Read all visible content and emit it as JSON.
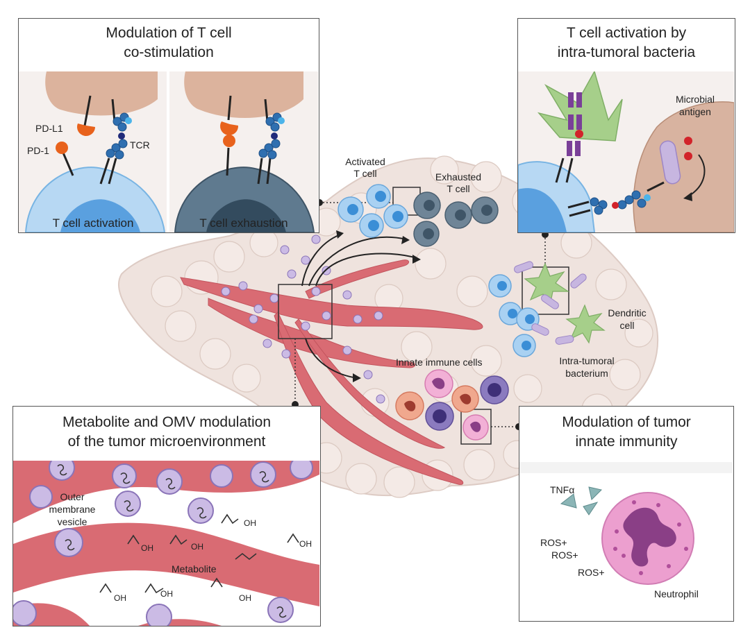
{
  "panels": {
    "costim": {
      "title_line1": "Modulation of T cell",
      "title_line2": "co-stimulation",
      "pd_l1": "PD-L1",
      "pd_1": "PD-1",
      "tcr": "TCR",
      "caption_left": "T cell activation",
      "caption_right": "T cell exhaustion"
    },
    "bacteria": {
      "title_line1": "T cell activation by",
      "title_line2": "intra-tumoral bacteria",
      "microbial_line1": "Microbial",
      "microbial_line2": "antigen"
    },
    "metabolite": {
      "title_line1": "Metabolite and OMV modulation",
      "title_line2": "of the tumor microenvironment",
      "omv_line1": "Outer",
      "omv_line2": "membrane",
      "omv_line3": "vesicle",
      "metabolite": "Metabolite",
      "oh": "OH"
    },
    "innate": {
      "title_line1": "Modulation of tumor",
      "title_line2": "innate immunity",
      "tnf": "TNFα",
      "ros1": "ROS+",
      "ros2": "ROS+",
      "ros3": "ROS+",
      "neutrophil": "Neutrophil"
    }
  },
  "center": {
    "activated_line1": "Activated",
    "activated_line2": "T cell",
    "exhausted_line1": "Exhausted",
    "exhausted_line2": "T cell",
    "dendritic_line1": "Dendritic",
    "dendritic_line2": "cell",
    "bacterium_line1": "Intra-tumoral",
    "bacterium_line2": "bacterium",
    "innate_cells": "Innate immune cells"
  },
  "colors": {
    "tissue": "#efe3de",
    "vessel": "#d96b73",
    "tcell_active": "#7fb9ea",
    "tcell_exhausted": "#5c7486",
    "dendritic": "#a6cf8a",
    "bacterium": "#c7b6e0",
    "neutrophil": "#ec9fcf",
    "pd_marker": "#e8621c",
    "tcr_blue": "#2f6fb0"
  }
}
